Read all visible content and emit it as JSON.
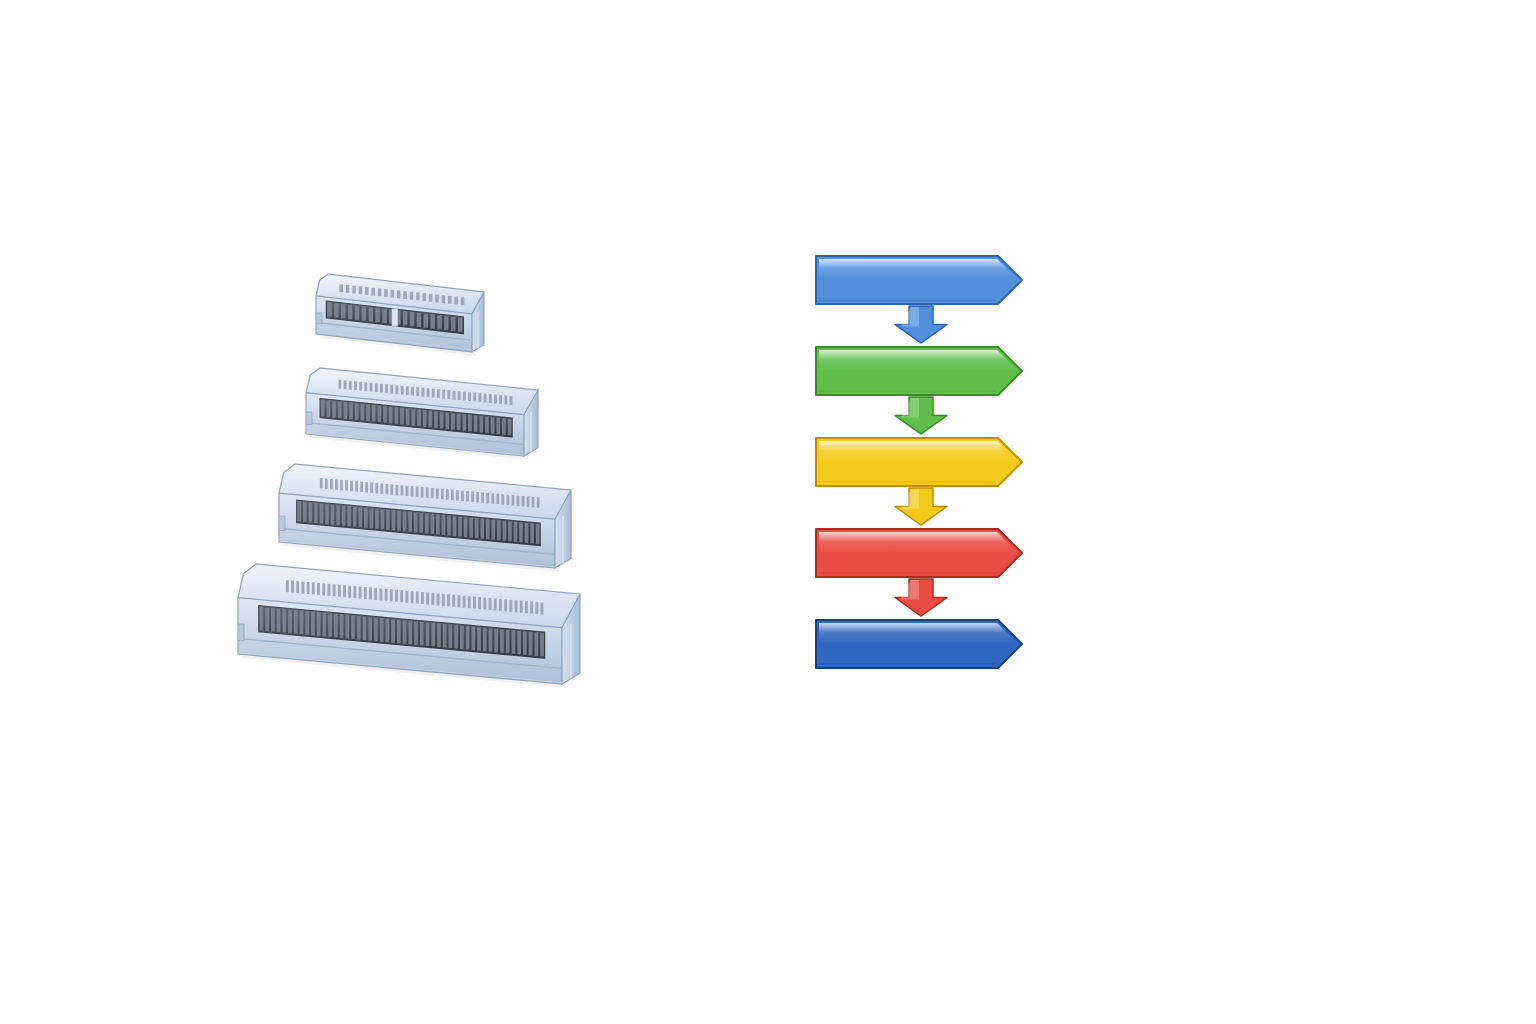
{
  "connectors": [
    {
      "id": "connector-1",
      "pins": 20
    },
    {
      "id": "connector-2",
      "pins": 34
    },
    {
      "id": "connector-3",
      "pins": 44
    },
    {
      "id": "connector-4",
      "pins": 50
    }
  ],
  "flow_steps": [
    {
      "id": "step-1",
      "label": "",
      "color": "#4f8fdc",
      "stroke": "#2a64b3"
    },
    {
      "id": "step-2",
      "label": "",
      "color": "#5fbf48",
      "stroke": "#3b8d2a"
    },
    {
      "id": "step-3",
      "label": "",
      "color": "#f5cb1b",
      "stroke": "#c58b00"
    },
    {
      "id": "step-4",
      "label": "",
      "color": "#ea4b43",
      "stroke": "#b42822"
    },
    {
      "id": "step-5",
      "label": "",
      "color": "#2f66bf",
      "stroke": "#1a3f86"
    }
  ]
}
